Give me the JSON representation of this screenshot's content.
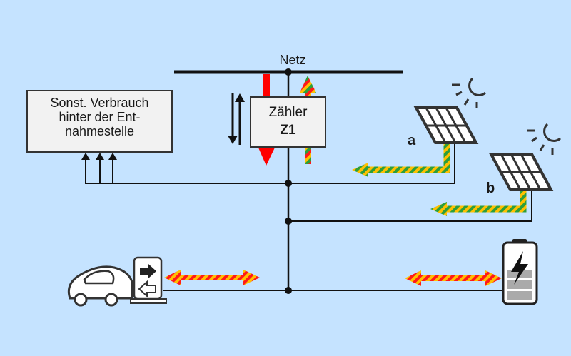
{
  "diagram": {
    "grid_label": "Netz",
    "meter": {
      "label": "Zähler",
      "id": "Z1"
    },
    "consumer_box": {
      "line1": "Sonst. Verbrauch",
      "line2": "hinter der Ent-",
      "line3": "nahmestelle"
    },
    "pv_a_label": "a",
    "pv_b_label": "b",
    "colors": {
      "background": "#C5E3FF",
      "wire": "#111111",
      "grid_import": "#FF0000",
      "pv_stripe_yellow": "#FFC000",
      "pv_stripe_green": "#2E9E3A",
      "bidirectional_red": "#FF1A1A",
      "bidirectional_yellow": "#FFC000"
    },
    "components": [
      "grid",
      "meter",
      "other-consumers",
      "pv-system-a",
      "pv-system-b",
      "electric-vehicle",
      "wallbox",
      "battery-storage"
    ]
  }
}
